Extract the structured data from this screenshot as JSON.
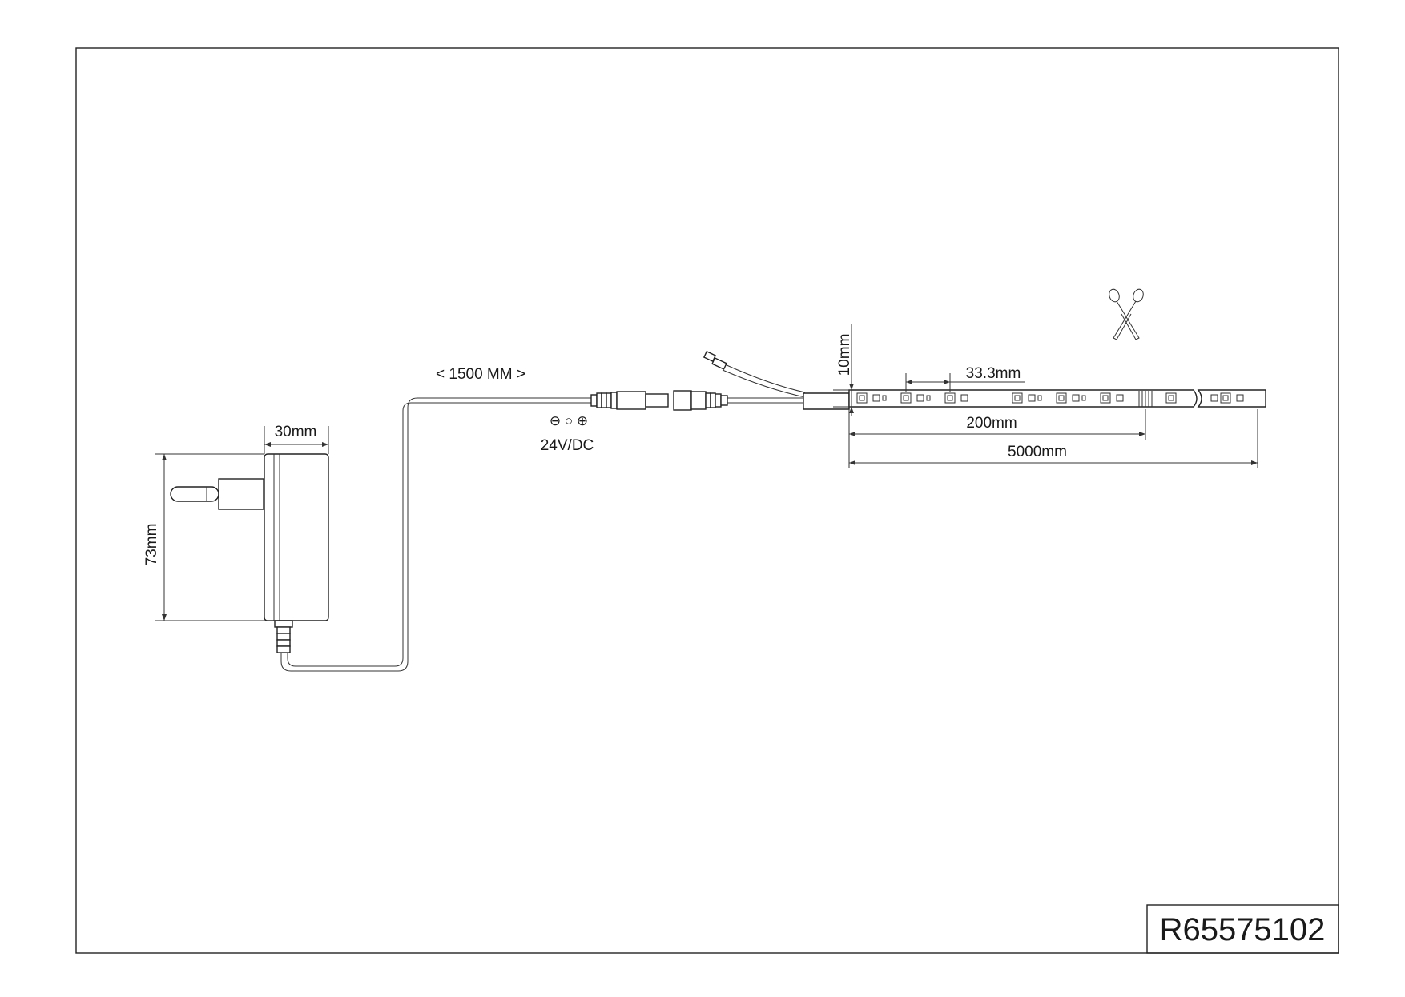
{
  "drawing": {
    "product_code": "R65575102",
    "power_supply": {
      "width_label": "30mm",
      "height_label": "73mm"
    },
    "cable": {
      "length_label": "< 1500 MM >"
    },
    "connector": {
      "polarity_symbols": "⊖ ○ ⊕",
      "voltage_label": "24V/DC"
    },
    "strip": {
      "width_label": "10mm",
      "pitch_label": "33.3mm",
      "segment_label": "200mm",
      "total_label": "5000mm"
    }
  }
}
